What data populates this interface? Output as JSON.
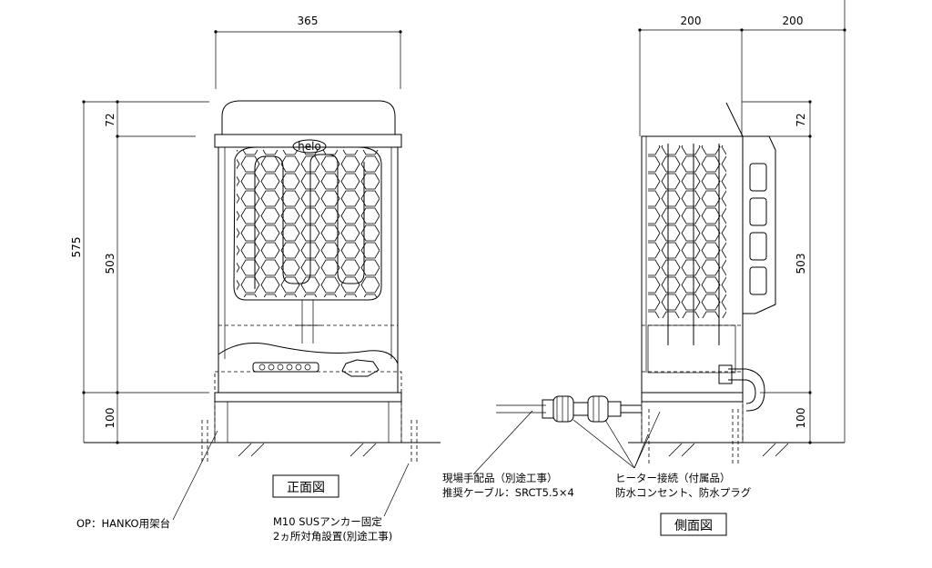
{
  "dimensions": {
    "front_width": "365",
    "side_width_1": "200",
    "side_width_2": "200",
    "overall_height": "575",
    "top_cap_front": "72",
    "body_height_front": "503",
    "stand_height_front": "100",
    "top_cap_side": "72",
    "body_height_side": "503",
    "stand_height_side": "100"
  },
  "labels": {
    "front_view": "正面図",
    "side_view": "側面図",
    "brand": "helo",
    "stand_note": "OP：HANKO用架台",
    "anchor_note_1": "M10 SUSアンカー固定",
    "anchor_note_2": "2ヵ所対角設置(別途工事)",
    "cable_note_1": "現場手配品（別途工事）",
    "cable_note_2": "推奨ケーブル：SRCT5.5×4",
    "heater_note_1": "ヒーター接続（付属品）",
    "heater_note_2": "防水コンセント、防水プラグ"
  }
}
